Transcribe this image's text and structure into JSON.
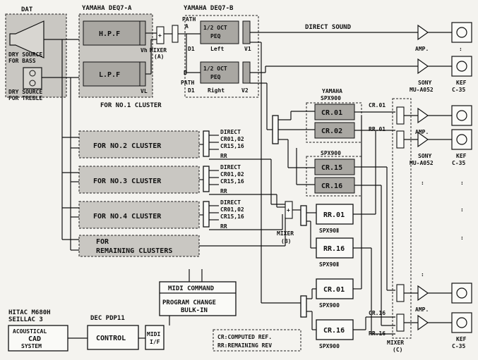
{
  "source": {
    "dat": "DAT",
    "dry_bass_1": "DRY SOURCE",
    "dry_bass_2": "FOR BASS",
    "dry_treble_1": "DRY SOURCE",
    "dry_treble_2": "FOR TREBLE"
  },
  "deq_a": {
    "title": "YAMAHA DEQ7-A",
    "hpf": "H.P.F",
    "lpf": "L.P.F",
    "vh": "Vh",
    "vl": "VL",
    "footer": "FOR NO.1 CLUSTER"
  },
  "mixer_a": {
    "line1": "MIXER",
    "line2": "(A)",
    "sign": "+"
  },
  "deq_b": {
    "title": "YAMAHA DEQ7-B",
    "path_a_1": "PATH",
    "path_a_2": "A",
    "path_b_1": "B",
    "path_b_2": "PATH",
    "oct_left_1": "1/2 OCT",
    "oct_left_2": "PEQ",
    "oct_right_1": "1/2 OCT",
    "oct_right_2": "PEQ",
    "d1_left": "D1",
    "left": "Left",
    "v1": "V1",
    "d1_right": "D1",
    "right": "Right",
    "v2": "V2"
  },
  "direct_sound": "DIRECT SOUND",
  "outputs": {
    "amp": "AMP.",
    "sony_1": "SONY",
    "sony_2": "MU-A052",
    "kef_1": "KEF",
    "kef_2": "C-35",
    "dots": ":"
  },
  "clusters": [
    {
      "label": "FOR NO.2 CLUSTER"
    },
    {
      "label": "FOR NO.3 CLUSTER"
    },
    {
      "label": "FOR NO.4 CLUSTER"
    }
  ],
  "remaining_1": "FOR",
  "remaining_2": "REMAINING CLUSTERS",
  "cluster_out": {
    "direct": "DIRECT",
    "cr_0102": "CR01,02",
    "cr_1516": "CR15,16",
    "rr": "RR"
  },
  "spx_top": {
    "yamaha": "YAMAHA",
    "spx": "SPX900",
    "cr01": "CR.01",
    "cr02": "CR.02",
    "spx2": "SPX900",
    "cr15": "CR.15",
    "cr16": "CR.16"
  },
  "ch_labels": {
    "cr01": "CR.01",
    "rr01": "RR.01",
    "cr16": "CR.16",
    "rr16": "RR.16"
  },
  "mixer_b": {
    "line1": "MIXER",
    "line2": "(B)",
    "sign": "+"
  },
  "spx_rr": {
    "rr01": "RR.01",
    "spx_a": "SPX90Ⅱ",
    "rr16": "RR.16",
    "spx_b": "SPX90Ⅱ"
  },
  "spx_cr": {
    "cr01": "CR.01",
    "spx_a": "SPX900",
    "cr16": "CR.16",
    "spx_b": "SPX900"
  },
  "mixer_c": {
    "line1": "MIXER",
    "line2": "(C)"
  },
  "midi": {
    "command": "MIDI COMMAND",
    "program": "PROGRAM CHANGE",
    "bulk": "BULK-IN",
    "if_1": "MIDI",
    "if_2": "I/F"
  },
  "computer": {
    "hitac": "HITAC M680H",
    "seillac": "SEILLAC 3",
    "cad_1": "ACOUSTICAL",
    "cad_2": "CAD",
    "cad_3": "SYSTEM",
    "dec": "DEC PDP11",
    "control": "CONTROL"
  },
  "legend": {
    "cr": "CR:COMPUTED REF.",
    "rr": "RR:REMAINING REV"
  },
  "colors": {
    "paper": "#f4f3ef",
    "ink": "#111111",
    "shade": "#c9c7c2"
  }
}
